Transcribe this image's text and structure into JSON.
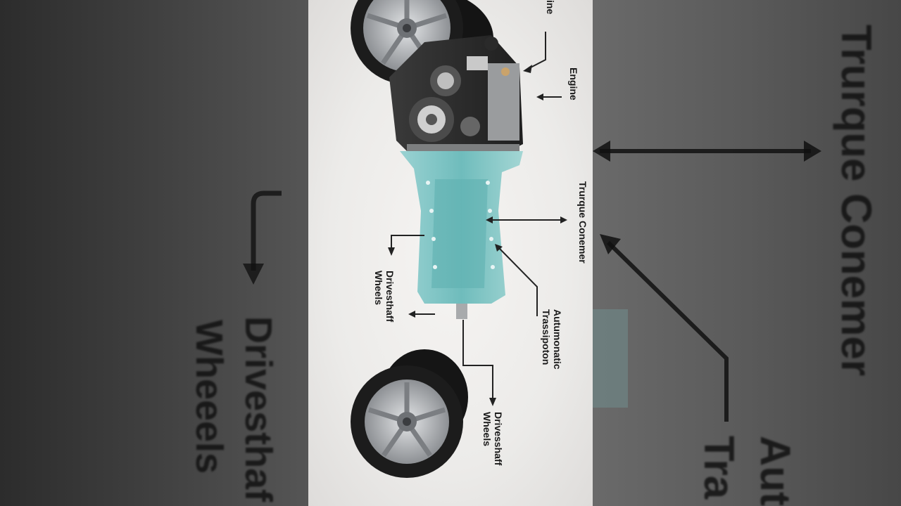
{
  "diagram": {
    "labels": {
      "engine_partial": "ine",
      "engine": "Engine",
      "torque_converter": "Trurque Conemer",
      "automatic_transmission_line1": "Autumonatic",
      "automatic_transmission_line2": "Trassipoton",
      "driveshaft_upper_line1": "Drivesthaff",
      "driveshaft_upper_line2": "Wheels",
      "driveshaft_lower_line1": "Drivesshaff",
      "driveshaft_lower_line2": "Wheels"
    },
    "background_labels": {
      "left_line1": "Drivesthaf",
      "left_line2": "Wheeels",
      "right_top": "Trurque Conemer",
      "right_bottom_line1": "Aut",
      "right_bottom_line2": "Tra"
    },
    "colors": {
      "transmission": "#7fc4c4",
      "engine": "#2b2b2b",
      "tire": "#1c1c1c",
      "rim": "#b9bcbf",
      "arrow": "#222222"
    }
  }
}
